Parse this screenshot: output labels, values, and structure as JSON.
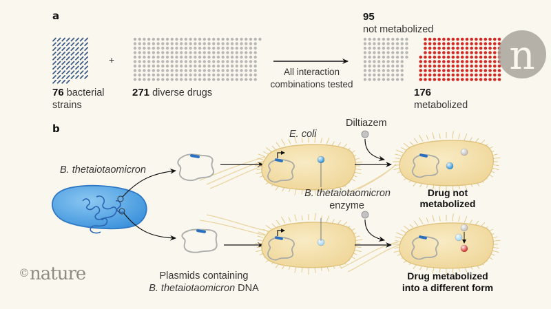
{
  "panel_a": {
    "label": "a",
    "bacteria": {
      "count": "76",
      "text": "bacterial",
      "text2": "strains",
      "n": 76,
      "color": "#3b5a86"
    },
    "plus": "+",
    "drugs": {
      "count": "271",
      "text": "diverse drugs",
      "n": 271,
      "color": "#b7b7b7"
    },
    "arrow_text_1": "All interaction",
    "arrow_text_2": "combinations tested",
    "not_metabolized": {
      "count": "95",
      "text": "not metabolized",
      "n": 95,
      "color": "#b7b7b7"
    },
    "metabolized": {
      "count": "176",
      "text": "metabolized",
      "n": 176,
      "color": "#d12a25"
    }
  },
  "panel_b": {
    "label": "b",
    "donor_label": "B. thetaiotaomicron",
    "host_label": "E. coli",
    "drug_label": "Diltiazem",
    "enzyme_label_1": "B. thetaiotaomicron",
    "enzyme_label_2": "enzyme",
    "plasmid_label_1": "Plasmids containing",
    "plasmid_label_2_italic": "B. thetaiotaomicron",
    "plasmid_label_2_rest": " DNA",
    "outcome_top": "Drug not metabolized",
    "outcome_bottom_1": "Drug metabolized",
    "outcome_bottom_2": "into a different form",
    "colors": {
      "donor_cell": "#5aa9e6",
      "host_cell": "#f3dfa6",
      "enzyme_active": "#2a8fd6",
      "enzyme_inactive": "#9fd4f2",
      "drug": "#bdbdbd",
      "product": "#d12a25",
      "gene": "#2a6fc0"
    }
  },
  "watermark": {
    "copyright": "©",
    "brand": "nature",
    "logo_letter": "n"
  }
}
